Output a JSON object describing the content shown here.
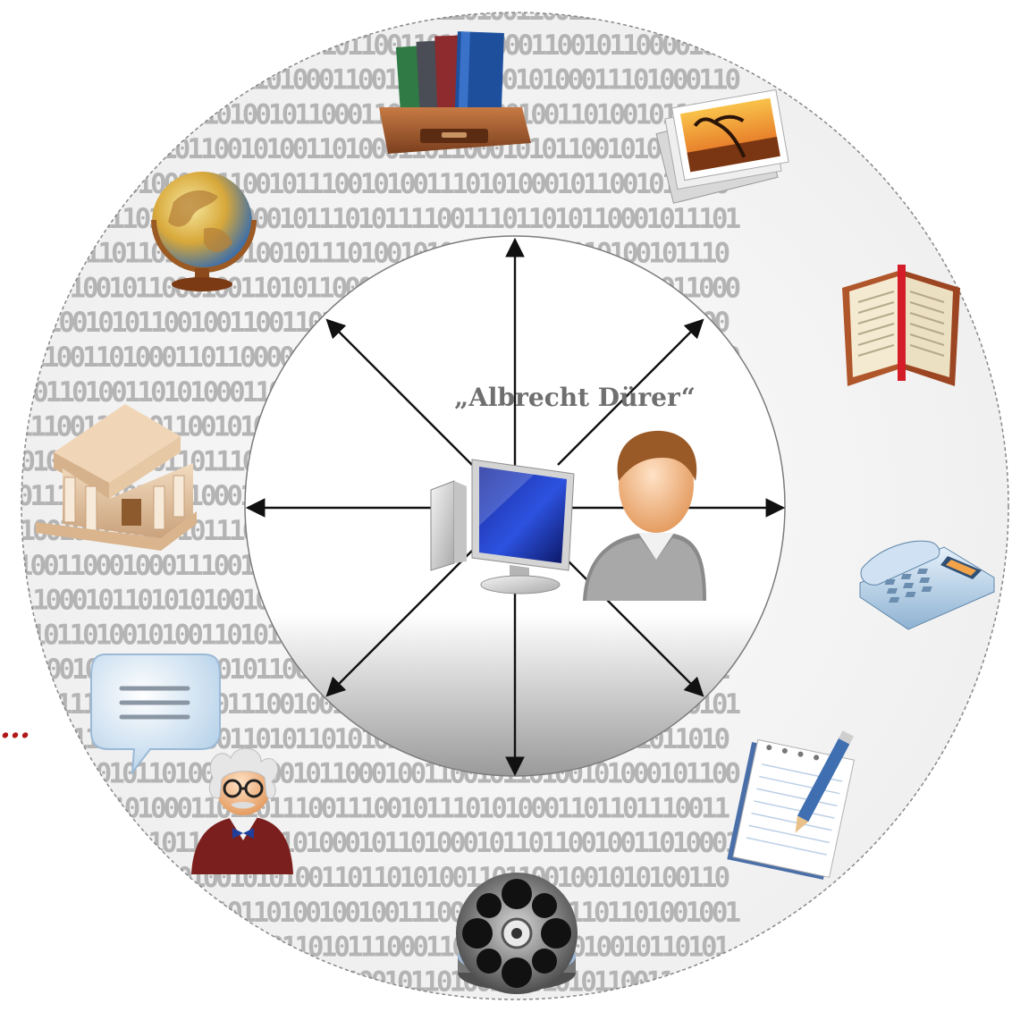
{
  "center_label": "„Albrecht Dürer“",
  "ellipsis": "…",
  "binary_rows": [
    "0110011010011001101000111010",
    "1001101101000110010110000101",
    "0101101100010100011101000110",
    "1100010111001001101001011000",
    "0011011000101011001010011010",
    "1010011101010001011001011100",
    "0111100111011010110001011101",
    "1001010110110100110100101110",
    "0001010010110001001101011000",
    "0110100101011001001100110100",
    "0011001101000110110000110010",
    "1100110100110101000110101001",
    "0111001101001100101011110010",
    "1001011100100110111010101101",
    "0011101010100110001001010111",
    "1010010011010010111000110010",
    "0100110001000111001011110001",
    "1011000101101010100101001101",
    "0010110100101001101010110110",
    "1101001011000101001011001011",
    "0100111001001011011100100101",
    "1011001110100011001101011010",
    "0100110010110100101000101100",
    "1001011101010001101101110011",
    "0110100010110110010011010001",
    "1101010011011001001010100110",
    "0011100101001011101101001001",
    "1100011010100110010010110101",
    "0101101001110101011001101010"
  ],
  "icons": [
    {
      "name": "books-icon",
      "ref": "ico-books"
    },
    {
      "name": "photos-icon",
      "ref": "ico-photos"
    },
    {
      "name": "globe-icon",
      "ref": "ico-globe"
    },
    {
      "name": "open-book-icon",
      "ref": "ico-openbook"
    },
    {
      "name": "museum-building-icon",
      "ref": "ico-museum"
    },
    {
      "name": "telephone-icon",
      "ref": "ico-phone"
    },
    {
      "name": "speech-bubble-icon",
      "ref": "ico-speech"
    },
    {
      "name": "notepad-pencil-icon",
      "ref": "ico-notepad"
    },
    {
      "name": "scholar-person-icon",
      "ref": "ico-scholar"
    },
    {
      "name": "film-reel-icon",
      "ref": "ico-reel"
    },
    {
      "name": "computer-icon",
      "ref": "ico-computer"
    },
    {
      "name": "user-icon",
      "ref": "ico-user"
    }
  ],
  "colors": {
    "binary_text": "#b4b4b4",
    "outer_border": "#888888",
    "arrow": "#111111",
    "title": "#6f6f6f",
    "ellipsis": "#b01818"
  }
}
